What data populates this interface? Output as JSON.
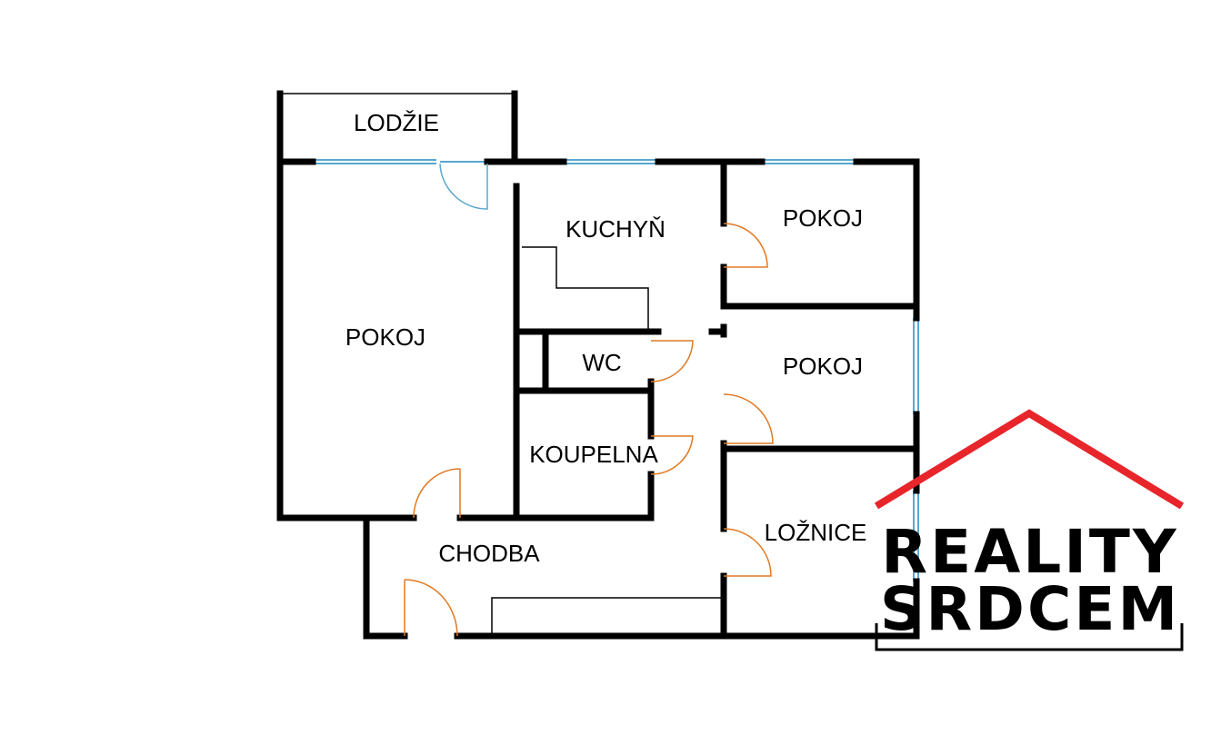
{
  "rooms": {
    "lodzie": "LODŽIE",
    "pokoj_large": "POKOJ",
    "kuchyn": "KUCHYŇ",
    "pokoj_upper": "POKOJ",
    "pokoj_middle": "POKOJ",
    "wc": "WC",
    "koupelna": "KOUPELNA",
    "loznice": "LOŽNICE",
    "chodba": "CHODBA"
  },
  "logo": {
    "line1": "REALITY",
    "line2": "SRDCEM",
    "roof_color": "#e8252a",
    "text_color": "#000000"
  },
  "colors": {
    "wall": "#000000",
    "window": "#5aa7cf",
    "door": "#e07a24"
  }
}
